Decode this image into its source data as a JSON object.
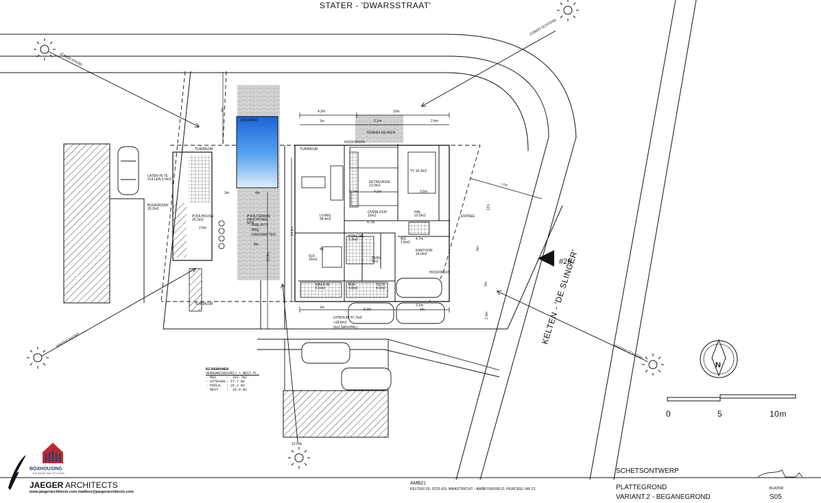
{
  "streets": {
    "top": "STATER  -  'DWARSSTRAAT'",
    "right": "KELTEN  -  'DE SLINGER'"
  },
  "sun_labels": {
    "zomer_avond": "ZOMER AVOND",
    "zomer_ochtend": "ZOMER OCHTEND",
    "winter_avond": "WINTER AVOND",
    "winter_ochtend": "WINTER OCHTEND",
    "noon": "12:00u"
  },
  "rooms": {
    "zwembad": "ZWEMBAD",
    "terras_keuken": "TERRAS KEUKEN",
    "hoofdhuis_top": "HOOFDHUIS",
    "hoofdhuis_bottom": "HOOFDHUIS",
    "tuinmuur_1": "TUINMUUR",
    "tuinmuur_2": "TUINMUUR",
    "tuinmuur_3": "TUINMUUR",
    "later_vullen": "LATER IN TE VULLEN 9.9m2",
    "bijgebouw": "BIJGEBOUW 26.2m2",
    "poolhouse": "POOLHOUSE 26.2m2",
    "poolterras": "POOLTERRAS INRICHTING MTB",
    "pool_items": [
      "- FIRE PITT",
      "- BBQ",
      "- HANGMATTEN"
    ],
    "living": "LIVING 38.4m2",
    "eetkeuken": "EETKEUKEN 13.9m2",
    "tv": "TV 16.3m2",
    "overloop": "OVERLOOP 10m2",
    "hal": "HAL 10.6m2",
    "entree": "ENTREE",
    "koelcel": "KOELCEL 2.3m2",
    "wc": "WC 1.6m2",
    "berg": "BERG 5m2",
    "slk": "SLK 16m2",
    "kantoor": "KANTOOR 14.9m2",
    "walk_in": "WALK-IN 6.5m2",
    "bdk": "BDK 4.8m2",
    "tech": "TECH 4.6m2",
    "uitbouw": "UITBOUW 57.7m2",
    "uitbouw2": "+18.8m2",
    "uitbouw3": "(incl.SAN+HAL)"
  },
  "dims": {
    "d_4_3": "4.3m",
    "d_10": "10m",
    "d_1a": "1m",
    "d_2_1": "2.1m",
    "d_2_4": "2.4m",
    "d_7m_v": "7m",
    "d_2m": "2m",
    "d_4m": "4m",
    "d_8m": "8m",
    "d_14_6": "14.6m",
    "d_13_9": "13.9m",
    "d_4_1": "4.1m",
    "d_5_7": "5.7m",
    "d_4_7a": "4.7m",
    "d_4_7b": "4.7m",
    "d_3_6": "3.6m",
    "d_gt7": ">7m",
    "d_8_2": "8.2m",
    "d_1b": "1m",
    "d_1c": "1m",
    "d_2_1b": "2.1m",
    "d_3m": "3m",
    "d_2_5": "2.5m",
    "d_12": "12m",
    "d_5m": "5m",
    "d_2_6": "2.6m",
    "d_4h": "4h"
  },
  "area_summary": {
    "title": "BIJGEBOUWEN",
    "subtitle": "VERGUNNINGSVRIJ + BEST.PL.",
    "rows": [
      "- MAX     :  102.7m2",
      "- UITB+HAL: 57.7 m2",
      "- POOLH.  : 26.2 m2",
      "  REST    :  18.8 m2"
    ]
  },
  "marker": "#26",
  "north": "N",
  "scale": {
    "s0": "0",
    "s5": "5",
    "s10": "10m"
  },
  "titleblock": {
    "brand": "BOXHOUSING",
    "brand_tag": "THE SMART WAY OF LIVING",
    "firm_bold": "JAEGER",
    "firm_rest": "ARCHITECTS",
    "firm_contact": "www.jaegerarchitects.com  mailbox@jaegerarchitects.com",
    "project_code": "AMB21",
    "project_address": "KELTEN 26, 6225 ES, MAASTRICHT - AMBEYERVELD, PERCEEL NR.21",
    "phase": "SCHETSONTWERP",
    "drawing_title": "PLATTEGROND",
    "drawing_variant": "VARIANT.2  -  BEGANEGROND",
    "sheet_label": "BLADNR",
    "sheet_no": "S05"
  },
  "colors": {
    "pool_top": "#1e6fe0",
    "pool_bottom": "#d5e4f5",
    "brick": "#c9c9c9",
    "logo_red": "#c0282e",
    "logo_blue": "#1f3f7a"
  }
}
